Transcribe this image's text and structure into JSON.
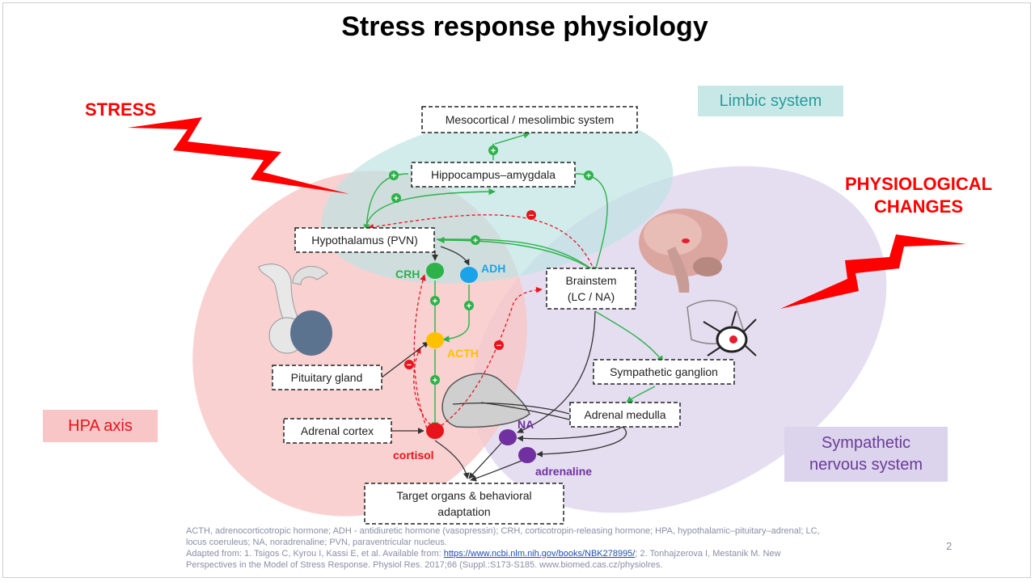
{
  "title": "Stress response physiology",
  "labels": {
    "stress": "STRESS",
    "physio_line1": "PHYSIOLOGICAL",
    "physio_line2": "CHANGES"
  },
  "regions": {
    "limbic": "Limbic system",
    "hpa": "HPA axis",
    "sns_line1": "Sympathetic",
    "sns_line2": "nervous system"
  },
  "boxes": {
    "mesocortical": "Mesocortical / mesolimbic system",
    "hippocampus": "Hippocampus–amygdala",
    "hypothalamus": "Hypothalamus (PVN)",
    "brainstem_line1": "Brainstem",
    "brainstem_line2": "(LC / NA)",
    "pituitary": "Pituitary gland",
    "sympathetic_ganglion": "Sympathetic ganglion",
    "adrenal_medulla": "Adrenal medulla",
    "adrenal_cortex": "Adrenal cortex",
    "target_line1": "Target organs & behavioral",
    "target_line2": "adaptation"
  },
  "hormones": {
    "crh": "CRH",
    "adh": "ADH",
    "acth": "ACTH",
    "cortisol": "cortisol",
    "na": "NA",
    "adrenaline": "adrenaline"
  },
  "signs": {
    "plus": "+",
    "minus": "−"
  },
  "footnote": {
    "abbrev": "ACTH, adrenocorticotropic hormone; ADH - antidiuretic hormone (vasopressin); CRH, corticotropin-releasing hormone; HPA, hypothalamic–pituitary–adrenal; LC, locus coeruleus; NA, noradrenaline; PVN, paraventricular nucleus.",
    "adapted_prefix": "Adapted from: 1. Tsigos C, Kyrou I, Kassi E, et al. Available from: ",
    "link": "https://www.ncbi.nlm.nih.gov/books/NBK278995/",
    "adapted_suffix": "; 2. Tonhajzerova I, Mestanik M. New Perspectives in the Model of Stress Response. Physiol Res. 2017;66 (Suppl.:S173-S185. www.biomed.cas.cz/physiolres."
  },
  "page_number": "2",
  "colors": {
    "limbic_fill": "#bfe3e3",
    "hpa_fill": "#f8c6c6",
    "sns_fill": "#dcd3ec",
    "green": "#2db24a",
    "red": "#e8141c",
    "blue": "#1aa3e8",
    "yellow": "#ffc000",
    "purple": "#7030a0",
    "crh_text": "#2db24a",
    "adh_text": "#1aa3e8",
    "acth_text": "#ffc000",
    "limbic_text": "#2b9a9a",
    "sns_text": "#6a3c98"
  }
}
